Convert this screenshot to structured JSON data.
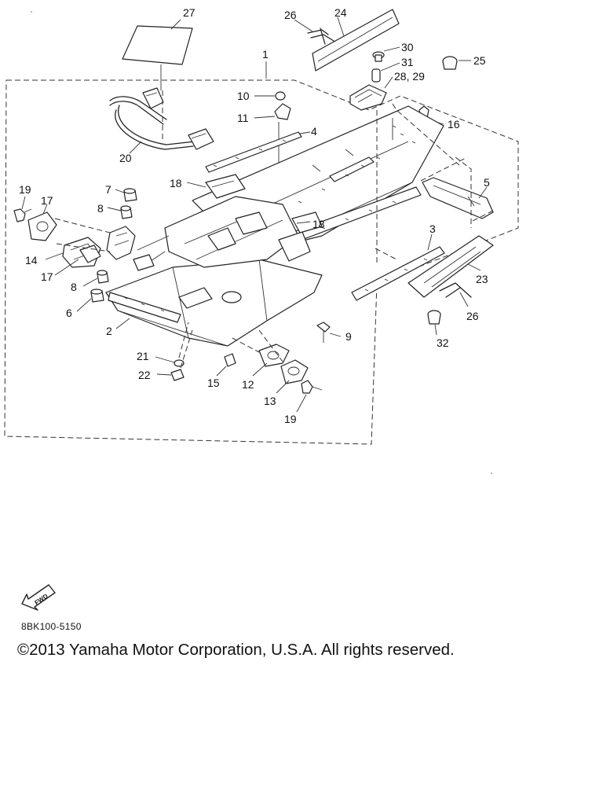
{
  "callouts": [
    {
      "id": "c1",
      "text": "1"
    },
    {
      "id": "c2",
      "text": "2"
    },
    {
      "id": "c3",
      "text": "3"
    },
    {
      "id": "c4",
      "text": "4"
    },
    {
      "id": "c5",
      "text": "5"
    },
    {
      "id": "c6",
      "text": "6"
    },
    {
      "id": "c7",
      "text": "7"
    },
    {
      "id": "c8a",
      "text": "8"
    },
    {
      "id": "c8b",
      "text": "8"
    },
    {
      "id": "c9",
      "text": "9"
    },
    {
      "id": "c10",
      "text": "10"
    },
    {
      "id": "c11",
      "text": "11"
    },
    {
      "id": "c12",
      "text": "12"
    },
    {
      "id": "c13",
      "text": "13"
    },
    {
      "id": "c14",
      "text": "14"
    },
    {
      "id": "c15",
      "text": "15"
    },
    {
      "id": "c16",
      "text": "16"
    },
    {
      "id": "c17a",
      "text": "17"
    },
    {
      "id": "c17b",
      "text": "17"
    },
    {
      "id": "c18a",
      "text": "18"
    },
    {
      "id": "c18b",
      "text": "18"
    },
    {
      "id": "c19a",
      "text": "19"
    },
    {
      "id": "c19b",
      "text": "19"
    },
    {
      "id": "c20",
      "text": "20"
    },
    {
      "id": "c21",
      "text": "21"
    },
    {
      "id": "c22",
      "text": "22"
    },
    {
      "id": "c23",
      "text": "23"
    },
    {
      "id": "c24",
      "text": "24"
    },
    {
      "id": "c25",
      "text": "25"
    },
    {
      "id": "c26a",
      "text": "26"
    },
    {
      "id": "c26b",
      "text": "26"
    },
    {
      "id": "c27",
      "text": "27"
    },
    {
      "id": "c2829",
      "text": "28, 29"
    },
    {
      "id": "c30",
      "text": "30"
    },
    {
      "id": "c31",
      "text": "31"
    },
    {
      "id": "c32",
      "text": "32"
    }
  ],
  "fwd_label": "FWD",
  "diagram_code": "8BK100-5150",
  "copyright": "©2013 Yamaha Motor Corporation, U.S.A. All rights reserved."
}
